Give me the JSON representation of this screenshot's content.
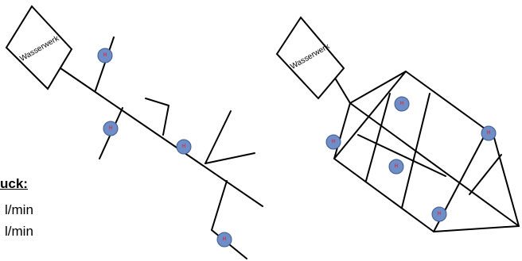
{
  "diagrams": {
    "branched": {
      "waterworks_label": "Wasserwerk"
    },
    "meshed": {
      "waterworks_label": "Wasserwerk"
    }
  },
  "house_marker": {
    "symbol": "H",
    "fill_color": "#6f8ec7",
    "text_color": "#d0304a",
    "count_branched": 4,
    "count_meshed": 5
  },
  "side_text": {
    "pressure_heading": "uck:",
    "flow_unit_1": "l/min",
    "flow_unit_2": "l/min"
  }
}
